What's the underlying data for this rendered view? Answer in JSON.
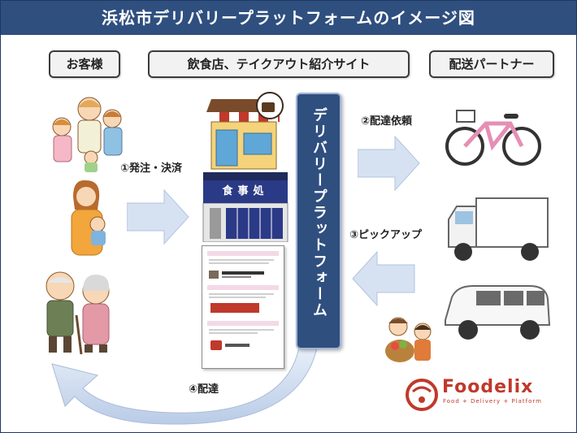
{
  "title": "浜松市デリバリープラットフォームのイメージ図",
  "labels": {
    "customer": "お客様",
    "restaurant": "飲食店、テイクアウト紹介サイト",
    "partner": "配送パートナー"
  },
  "platform": "デリバリープラットフォーム",
  "steps": {
    "order": "①発注・決済",
    "request": "②配達依頼",
    "pickup": "③ピックアップ",
    "delivery": "④配達"
  },
  "shop_sign": "食事処",
  "logo": {
    "name": "Foodelix",
    "tagline": "Food + Delivery + Platform"
  },
  "colors": {
    "title_bg": "#2f4f7f",
    "platform_bg": "#2f4f7f",
    "arrow": "#c8d8ee",
    "logo": "#c0392b"
  }
}
